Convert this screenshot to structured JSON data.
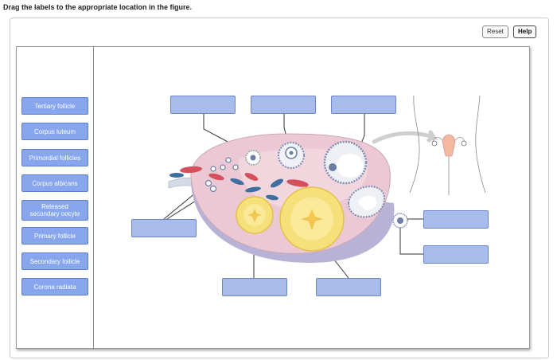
{
  "instruction": "Drag the labels to the appropriate location in the figure.",
  "buttons": {
    "reset": "Reset",
    "help": "Help"
  },
  "labels": [
    "Tertiary follicle",
    "Corpus luteum",
    "Primordial follicles",
    "Corpus albicans",
    "Released\nsecondary oocyte",
    "Primary follicle",
    "Secondary follicle",
    "Corona radiata"
  ],
  "colors": {
    "label_fill": "#87a6ee",
    "target_fill": "#a8bceb",
    "ovary_pink": "#e9c6d2",
    "corpus_yellow": "#f6e07a"
  }
}
